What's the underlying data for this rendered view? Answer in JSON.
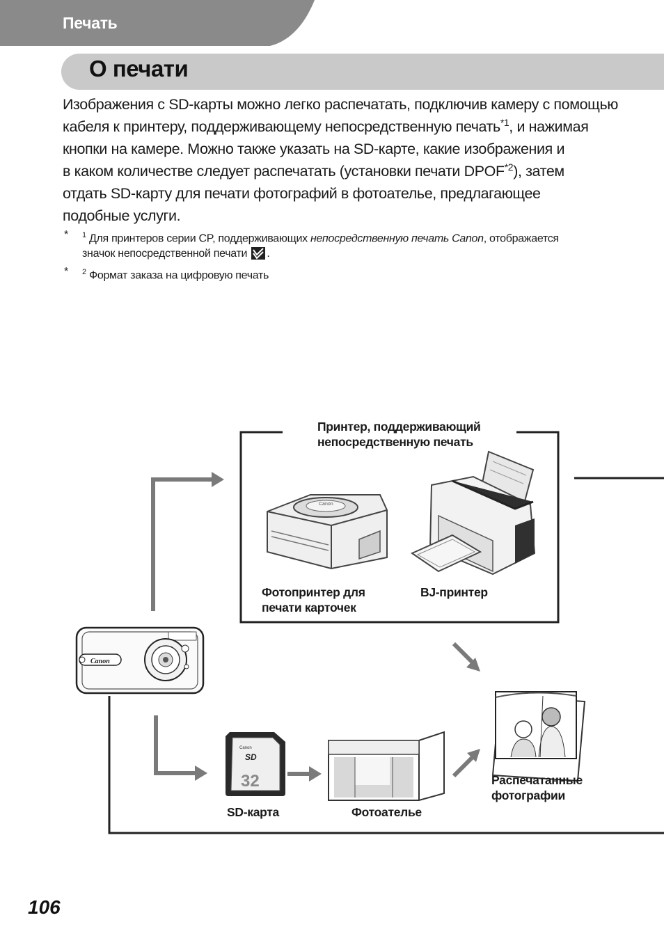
{
  "header": {
    "section": "Печать",
    "title": "О печати"
  },
  "intro": {
    "line1": "Изображения с SD-карты можно легко распечатать, подключив камеру с помощью",
    "line2a": "кабеля к принтеру, поддерживающему непосредственную печать",
    "line2_sup": "*1",
    "line2b": ", и нажимая",
    "line3": "кнопки на камере. Можно также указать на SD-карте, какие изображения и",
    "line4a": "в каком количестве следует распечатать (установки печати DPOF",
    "line4_sup": "*2",
    "line4b": "), затем",
    "line5": "отдать SD-карту для печати фотографий в фотоателье, предлагающее",
    "line6": "подобные услуги."
  },
  "footnotes": [
    {
      "star": "*",
      "num": "1",
      "text_a": "Для принтеров серии CP, поддерживающих ",
      "text_em": "непосредственную печать Canon",
      "text_b": ", отображается",
      "text_c": "значок непосредственной печати",
      "text_d": "."
    },
    {
      "star": "*",
      "num": "2",
      "text_a": "Формат заказа на цифровую печать"
    }
  ],
  "diagram": {
    "printer_box_title_1": "Принтер, поддерживающий",
    "printer_box_title_2": "непосредственную печать",
    "card_printer_1": "Фотопринтер для",
    "card_printer_2": "печати карточек",
    "bj_printer": "BJ-принтер",
    "sd_card": "SD-карта",
    "sd_card_capacity": "32",
    "photo_lab": "Фотоателье",
    "printed_1": "Распечатанные",
    "printed_2": "фотографии",
    "camera_brand": "Canon",
    "printer_brand": "Canon"
  },
  "page_number": "106",
  "colors": {
    "section_tab": "#8a8a8a",
    "title_bar": "#c9c9c9",
    "arrow": "#7a7a7a"
  }
}
